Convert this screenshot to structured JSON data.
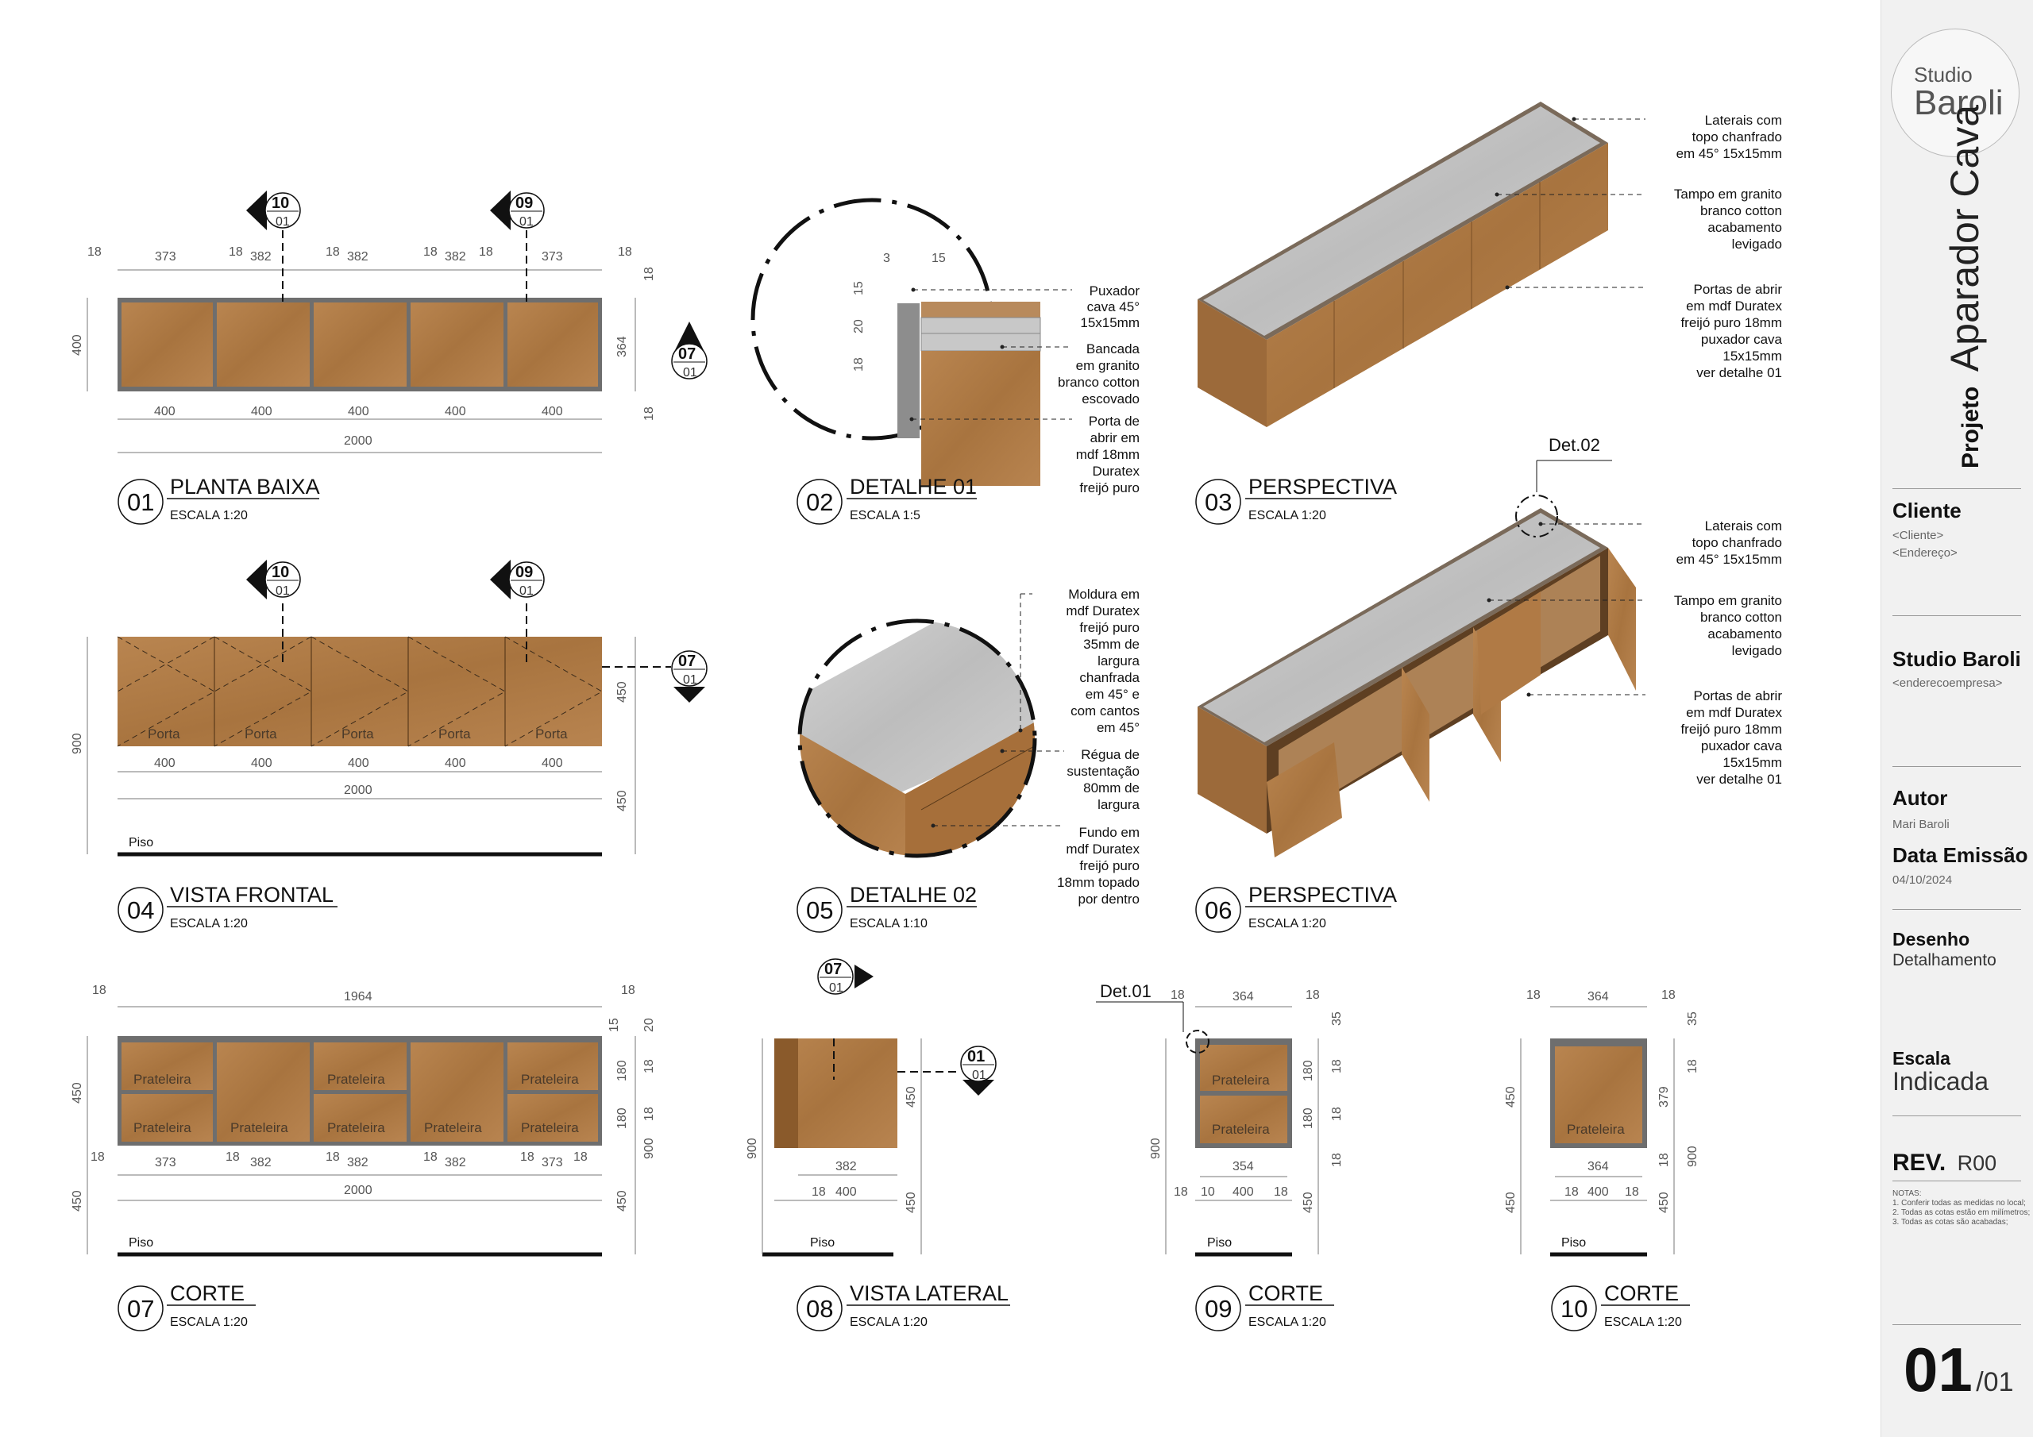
{
  "views": [
    {
      "num": "01",
      "title": "PLANTA BAIXA",
      "scale": "ESCALA 1:20"
    },
    {
      "num": "02",
      "title": "DETALHE 01",
      "scale": "ESCALA 1:5"
    },
    {
      "num": "03",
      "title": "PERSPECTIVA",
      "scale": "ESCALA 1:20"
    },
    {
      "num": "04",
      "title": "VISTA FRONTAL",
      "scale": "ESCALA 1:20"
    },
    {
      "num": "05",
      "title": "DETALHE 02",
      "scale": "ESCALA 1:10"
    },
    {
      "num": "06",
      "title": "PERSPECTIVA",
      "scale": "ESCALA 1:20"
    },
    {
      "num": "07",
      "title": "CORTE",
      "scale": "ESCALA 1:20"
    },
    {
      "num": "08",
      "title": "VISTA LATERAL",
      "scale": "ESCALA 1:20"
    },
    {
      "num": "09",
      "title": "CORTE",
      "scale": "ESCALA 1:20"
    },
    {
      "num": "10",
      "title": "CORTE",
      "scale": "ESCALA 1:20"
    }
  ],
  "markers": {
    "m10": "10",
    "m09": "09",
    "m07": "07",
    "m01": "01",
    "sheet": "01"
  },
  "labels": {
    "porta": "Porta",
    "prateleira": "Prateleira",
    "piso": "Piso",
    "det01": "Det.01",
    "det02": "Det.02"
  },
  "dims": {
    "d18": "18",
    "d373": "373",
    "d382": "382",
    "d400": "400",
    "d2000": "2000",
    "d364": "364",
    "d900": "900",
    "d450": "450",
    "d1964": "1964",
    "d15": "15",
    "d20": "20",
    "d180": "180",
    "d354": "354",
    "d10": "10",
    "d35": "35",
    "d379": "379",
    "d3": "3"
  },
  "notes": {
    "n02": [
      [
        "Puxador",
        "cava 45°",
        "15x15mm"
      ],
      [
        "Bancada",
        "em granito",
        "branco cotton",
        "escovado"
      ],
      [
        "Porta de",
        "abrir em",
        "mdf 18mm",
        "Duratex",
        "freijó puro"
      ]
    ],
    "n03": [
      [
        "Laterais com",
        "topo chanfrado",
        "em 45° 15x15mm"
      ],
      [
        "Tampo em granito",
        "branco cotton",
        "acabamento",
        "levigado"
      ],
      [
        "Portas de abrir",
        "em mdf Duratex",
        "freijó puro 18mm",
        "puxador cava",
        "15x15mm",
        "ver detalhe 01"
      ]
    ],
    "n05": [
      [
        "Moldura em",
        "mdf Duratex",
        "freijó puro",
        "35mm de",
        "largura",
        "chanfrada",
        "em 45° e",
        "com cantos",
        "em 45°"
      ],
      [
        "Régua de",
        "sustentação",
        "80mm de",
        "largura"
      ],
      [
        "Fundo em",
        "mdf Duratex",
        "freijó puro",
        "18mm topado",
        "por dentro"
      ]
    ]
  },
  "titleblock": {
    "logo_line1": "Studio",
    "logo_line2": "Baroli",
    "projeto_label": "Projeto",
    "projeto_name": "Aparador Cava",
    "cliente_label": "Cliente",
    "cliente_val": "<Cliente>",
    "endereco_val": "<Endereço>",
    "empresa_label": "Studio Baroli",
    "empresa_val": "<enderecoempresa>",
    "autor_label": "Autor",
    "autor_val": "Mari Baroli",
    "data_label": "Data Emissão",
    "data_val": "04/10/2024",
    "desenho_label": "Desenho",
    "desenho_val": "Detalhamento",
    "escala_label": "Escala",
    "escala_val": "Indicada",
    "rev_label": "REV.",
    "rev_val": "R00",
    "notas_label": "NOTAS:",
    "notas": [
      "1. Conferir todas as medidas no local;",
      "2. Todas as cotas estão em milímetros;",
      "3. Todas as cotas são acabadas;"
    ],
    "sheet_num": "01",
    "sheet_total": "/01"
  },
  "colors": {
    "wood": "#b07a45",
    "wood_dark": "#8a5a2b",
    "granite": "#c9c9c9",
    "frame": "#6e6e6e"
  }
}
